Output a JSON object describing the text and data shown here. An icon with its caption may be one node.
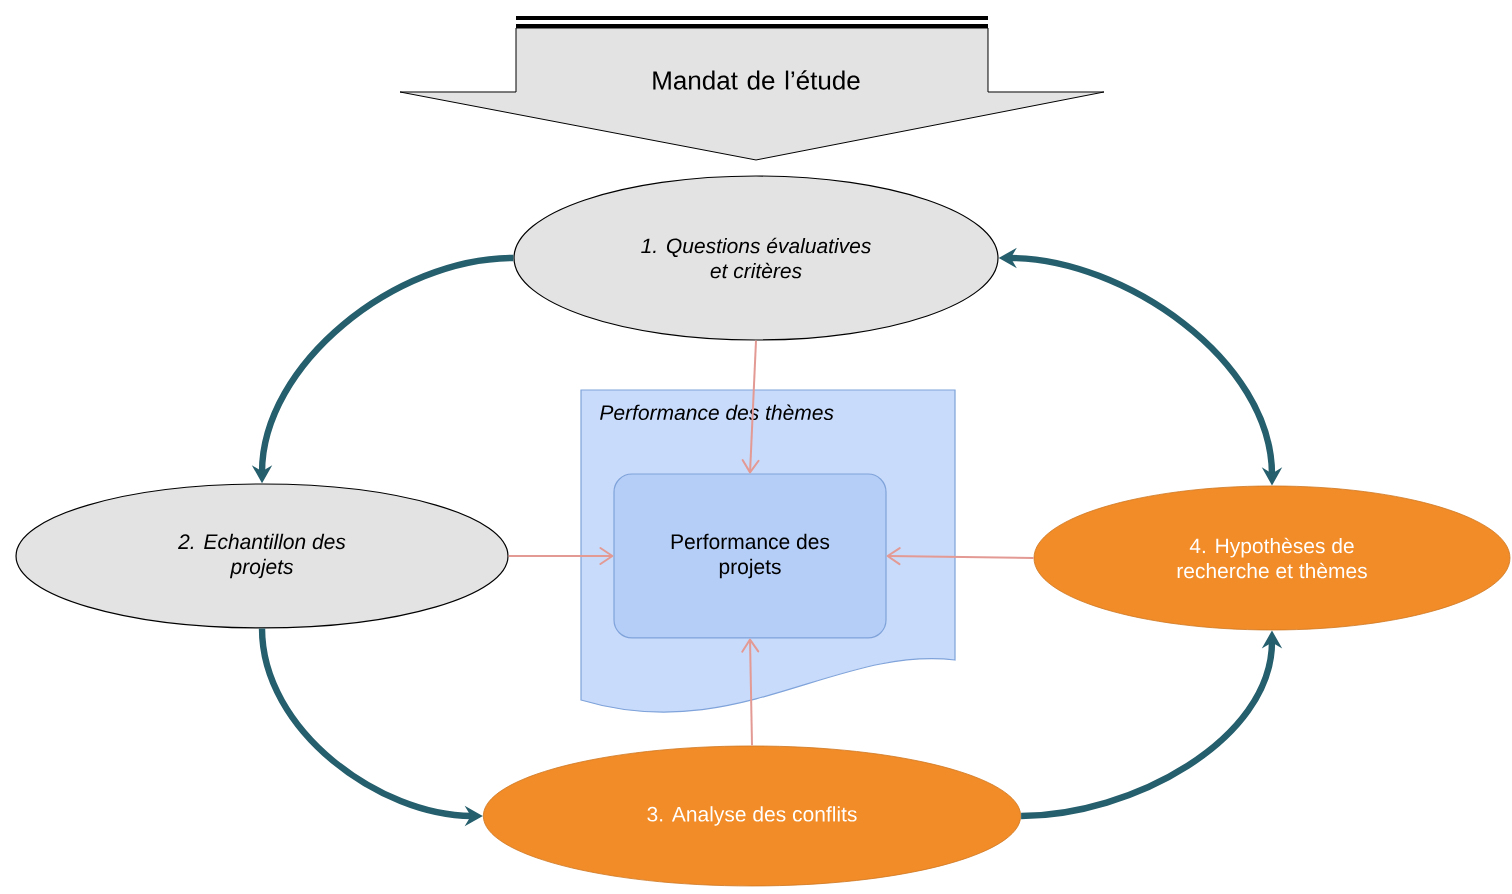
{
  "diagram": {
    "nodes": [
      {
        "text": [
          "Mandat de l’étude"
        ]
      },
      {
        "text": [
          "1. Questions évaluatives et critères"
        ]
      },
      {
        "text": [
          "Performance des thèmes"
        ]
      },
      {
        "text": [
          "Performance des projets"
        ],
        "in": 2
      },
      {
        "text": [
          "2. Echantillon des projets"
        ]
      },
      {
        "text": [
          "3. Analyse des conflits"
        ]
      },
      {
        "text": [
          "4. Hypothèses de recherche et thèmes"
        ]
      }
    ],
    "edges": [
      {
        "from": 1,
        "to": 4,
        "arrow": "to",
        "style": "thick",
        "color": "#255e6c"
      },
      {
        "from": 4,
        "to": 5,
        "arrow": "to",
        "style": "thick",
        "color": "#255e6c"
      },
      {
        "from": 5,
        "to": 6,
        "arrow": "to",
        "style": "thick",
        "color": "#255e6c"
      },
      {
        "from": 6,
        "to": 1,
        "arrow": "both",
        "style": "thick",
        "color": "#255e6c"
      },
      {
        "from": 1,
        "to": 3,
        "arrow": "to",
        "color": "#e39a94"
      },
      {
        "from": 4,
        "to": 3,
        "arrow": "to",
        "color": "#e39a94"
      },
      {
        "from": 6,
        "to": 3,
        "arrow": "to",
        "color": "#e39a94"
      },
      {
        "from": 5,
        "to": 3,
        "arrow": "to",
        "color": "#e39a94"
      }
    ]
  }
}
